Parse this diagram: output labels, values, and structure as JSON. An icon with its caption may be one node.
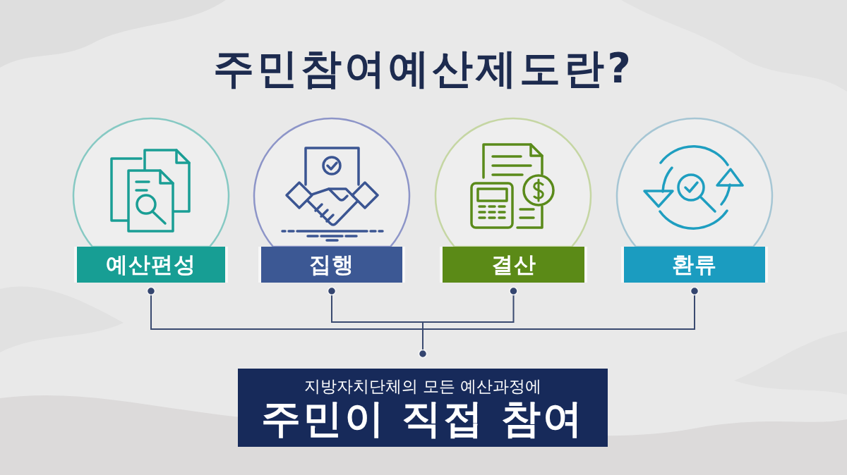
{
  "diagram": {
    "title": "주민참여예산제도란?",
    "nodes": [
      {
        "text": [
          "예산편성"
        ]
      },
      {
        "text": [
          "집행"
        ]
      },
      {
        "text": [
          "결산"
        ]
      },
      {
        "text": [
          "환류"
        ]
      },
      {
        "text": [
          "지방자치단체의 모든 예산과정에",
          "주민이 직접 참여"
        ]
      }
    ],
    "edges": [
      {
        "from": 0,
        "to": 4,
        "arrow": "other"
      },
      {
        "from": 1,
        "to": 4,
        "arrow": "other"
      },
      {
        "from": 2,
        "to": 4,
        "arrow": "other"
      },
      {
        "from": 3,
        "to": 4,
        "arrow": "other"
      }
    ]
  }
}
